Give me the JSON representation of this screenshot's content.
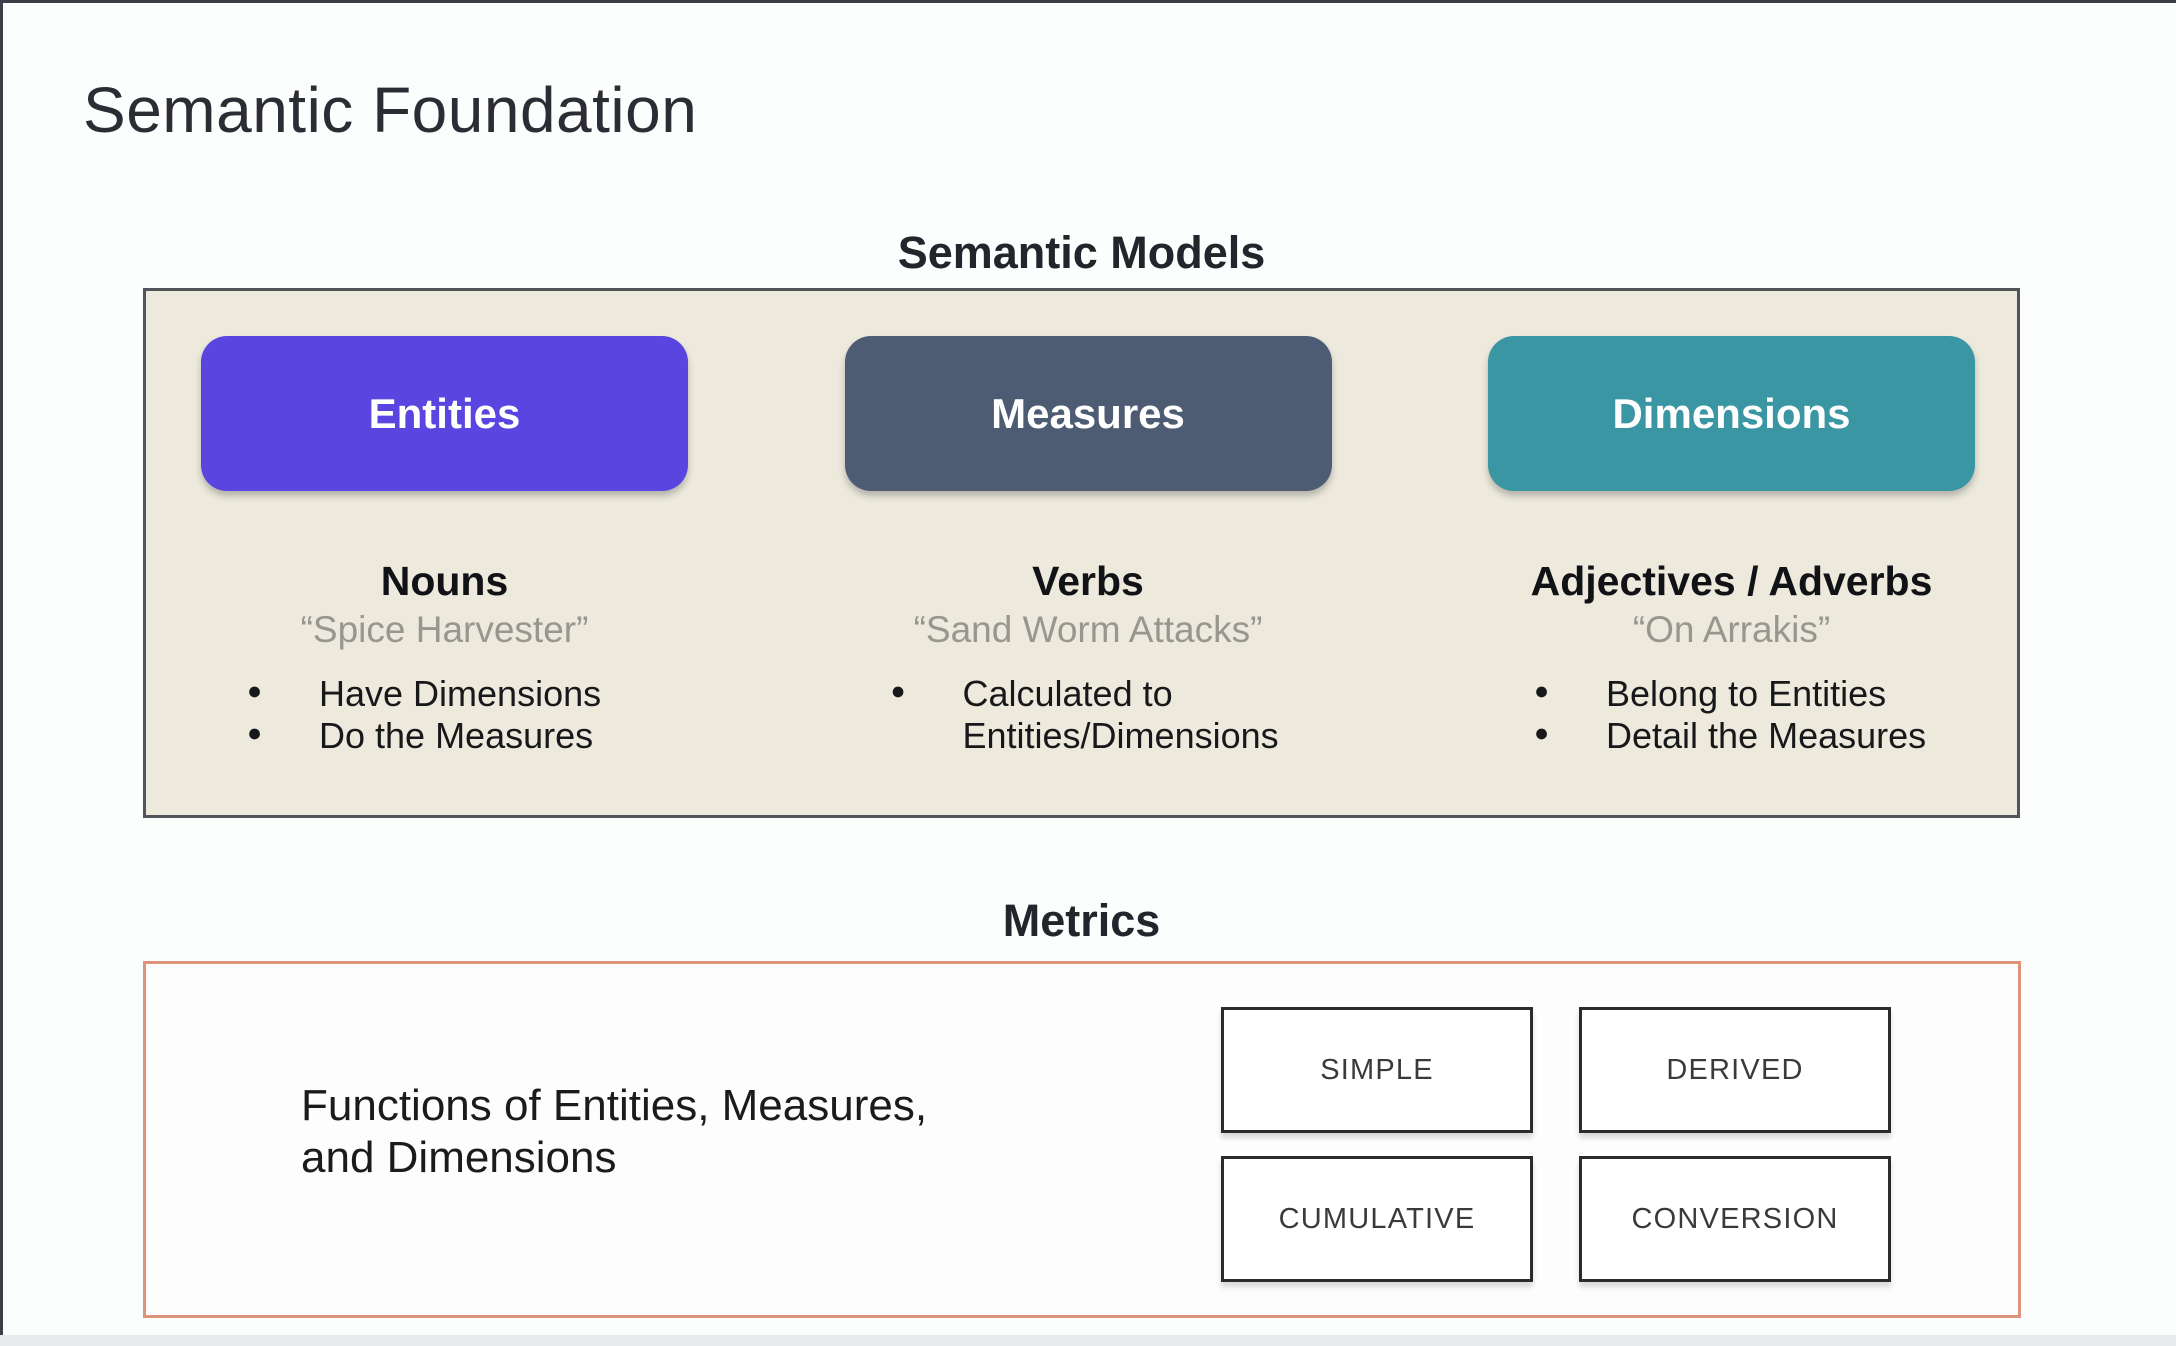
{
  "slide": {
    "title": "Semantic Foundation"
  },
  "semantic_models": {
    "heading": "Semantic Models",
    "panel_bg": "#edeadd",
    "columns": [
      {
        "pill_label": "Entities",
        "pill_color": "#5b45e0",
        "heading": "Nouns",
        "example_quote": "“Spice Harvester”",
        "bullets": [
          "Have Dimensions",
          "Do the Measures"
        ]
      },
      {
        "pill_label": "Measures",
        "pill_color": "#4d5b73",
        "heading": "Verbs",
        "example_quote": "“Sand Worm Attacks”",
        "bullets": [
          "Calculated to Entities/Dimensions"
        ]
      },
      {
        "pill_label": "Dimensions",
        "pill_color": "#3b96a4",
        "heading": "Adjectives / Adverbs",
        "example_quote": "“On Arrakis”",
        "bullets": [
          "Belong to Entities",
          "Detail the Measures"
        ]
      }
    ]
  },
  "metrics": {
    "heading": "Metrics",
    "border_color": "#dd927c",
    "description_lines": [
      "Functions of Entities, Measures,",
      "and Dimensions"
    ],
    "types": [
      "SIMPLE",
      "DERIVED",
      "CUMULATIVE",
      "CONVERSION"
    ]
  }
}
